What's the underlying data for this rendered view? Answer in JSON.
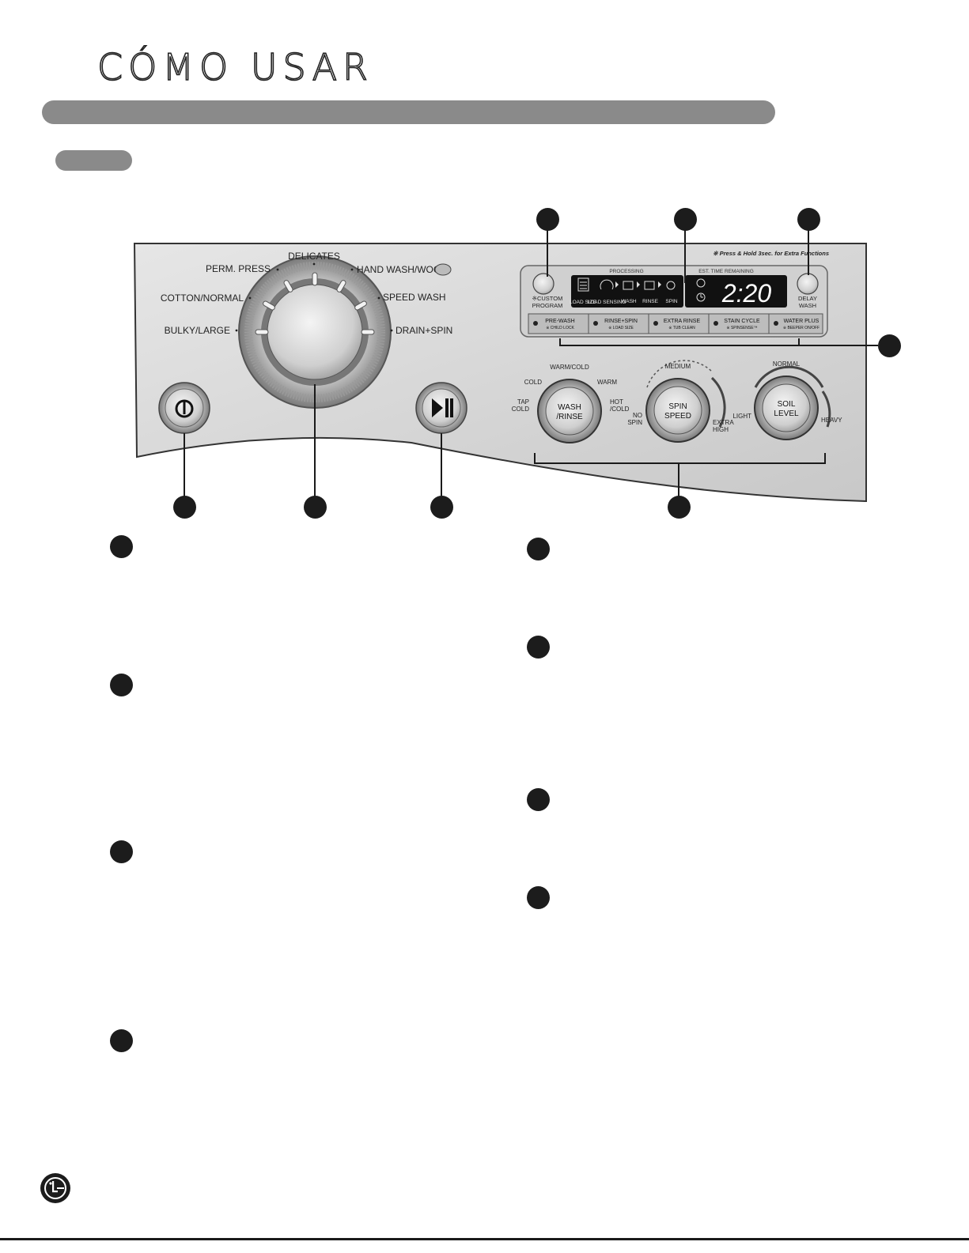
{
  "page": {
    "title": "CÓMO USAR"
  },
  "panel": {
    "note": "※ Press & Hold 3sec. for Extra Functions",
    "cycles": [
      "DELICATES",
      "PERM. PRESS",
      "HAND WASH/WOOL",
      "COTTON/NORMAL",
      "SPEED WASH",
      "BULKY/LARGE",
      "DRAIN+SPIN"
    ],
    "display": {
      "processing_label": "PROCESSING",
      "est_label": "EST. TIME REMAINING",
      "time": "2:20",
      "stages": [
        "LOAD SIZE",
        "LOAD SENSING",
        "WASH",
        "RINSE",
        "SPIN"
      ]
    },
    "buttons": {
      "custom_program": [
        "※CUSTOM",
        "PROGRAM"
      ],
      "delay_wash": [
        "DELAY",
        "WASH"
      ]
    },
    "options": [
      {
        "label": "PRE-WASH",
        "sub": "※ CHILD LOCK"
      },
      {
        "label": "RINSE+SPIN",
        "sub": "※ LOAD SIZE"
      },
      {
        "label": "EXTRA RINSE",
        "sub": "※ TUB CLEAN"
      },
      {
        "label": "STAIN CYCLE",
        "sub": "※ SPINSENSE™"
      },
      {
        "label": "WATER PLUS",
        "sub": "※ BEEPER ON/OFF"
      }
    ],
    "knobs": {
      "wash_rinse": {
        "label": [
          "WASH",
          "/RINSE"
        ],
        "settings": [
          "WARM/COLD",
          "COLD",
          "WARM",
          "TAP",
          "COLD",
          "HOT",
          "/COLD"
        ]
      },
      "spin_speed": {
        "label": [
          "SPIN",
          "SPEED"
        ],
        "settings": [
          "MEDIUM",
          "NO",
          "SPIN",
          "EXTRA",
          "HIGH"
        ]
      },
      "soil_level": {
        "label": [
          "SOIL",
          "LEVEL"
        ],
        "settings": [
          "NORMAL",
          "LIGHT",
          "HEAVY"
        ]
      }
    }
  },
  "colors": {
    "bar_gray": "#8a8a8a",
    "panel_bg": "#d9d9d9",
    "display_bg": "#111111",
    "bullet": "#1c1c1c"
  }
}
